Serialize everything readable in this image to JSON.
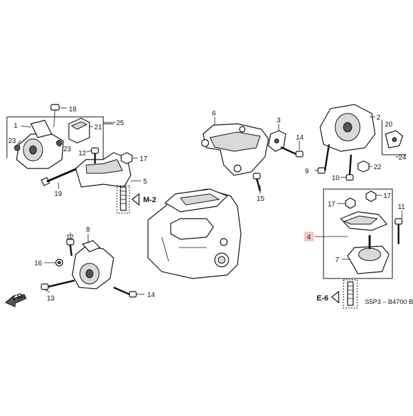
{
  "callouts": {
    "c1": "1",
    "c2": "2",
    "c3": "3",
    "c4": "4",
    "c5": "5",
    "c6": "6",
    "c7": "7",
    "c8": "8",
    "c9": "9",
    "c10": "10",
    "c11": "11",
    "c12": "12",
    "c13": "13",
    "c14": "14",
    "c14b": "14",
    "c15": "15",
    "c16": "16",
    "c17a": "17",
    "c17b": "17",
    "c17c": "17",
    "c18": "18",
    "c19": "19",
    "c20": "20",
    "c21": "21",
    "c22": "22",
    "c23a": "23",
    "c23b": "23",
    "c24": "24",
    "c25": "25"
  },
  "refs": {
    "m2": "M-2",
    "e6": "E-6",
    "fr": "FR."
  },
  "diagram_code": "S5P3 – B4700 B",
  "highlight_color": "#f4c6c6"
}
